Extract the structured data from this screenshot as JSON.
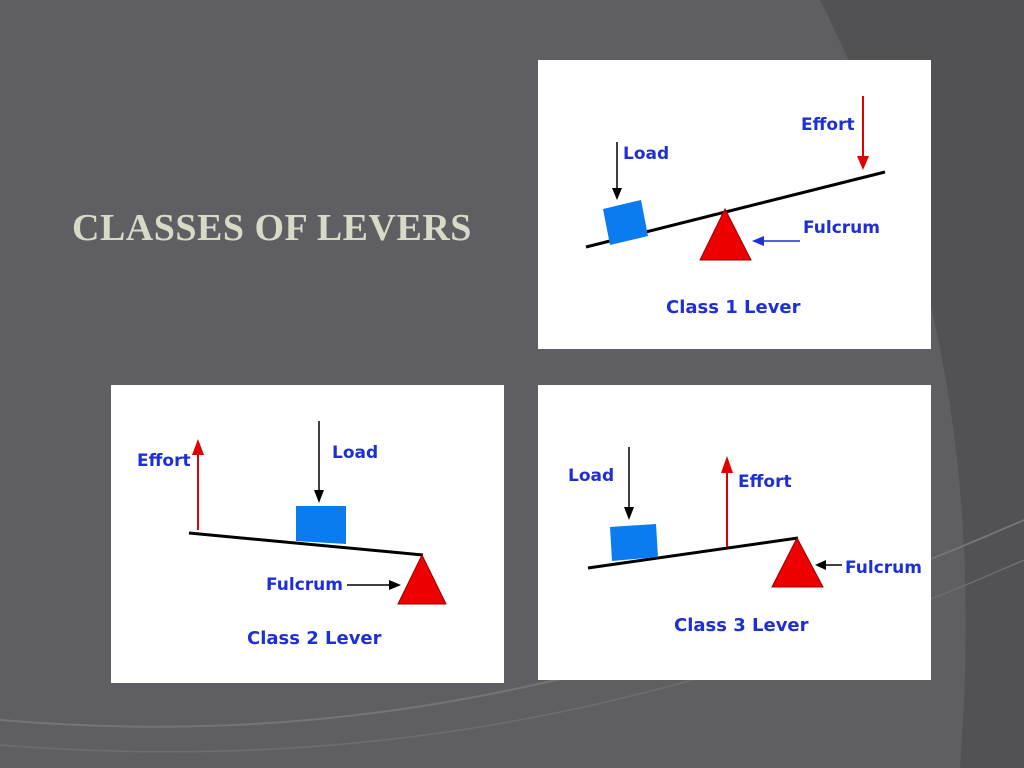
{
  "slide": {
    "title": "CLASSES OF LEVERS",
    "background_color": "#5f5e62",
    "title_color": "#d6dac6"
  },
  "diagrams": {
    "class1": {
      "load": "Load",
      "effort": "Effort",
      "fulcrum": "Fulcrum",
      "caption": "Class 1 Lever"
    },
    "class2": {
      "load": "Load",
      "effort": "Effort",
      "fulcrum": "Fulcrum",
      "caption": "Class 2 Lever"
    },
    "class3": {
      "load": "Load",
      "effort": "Effort",
      "fulcrum": "Fulcrum",
      "caption": "Class 3 Lever"
    }
  },
  "colors": {
    "label": "#1f2fd6",
    "load_box": "#0a7cf0",
    "fulcrum": "#ee0000",
    "effort_arrow": "#e00000"
  }
}
